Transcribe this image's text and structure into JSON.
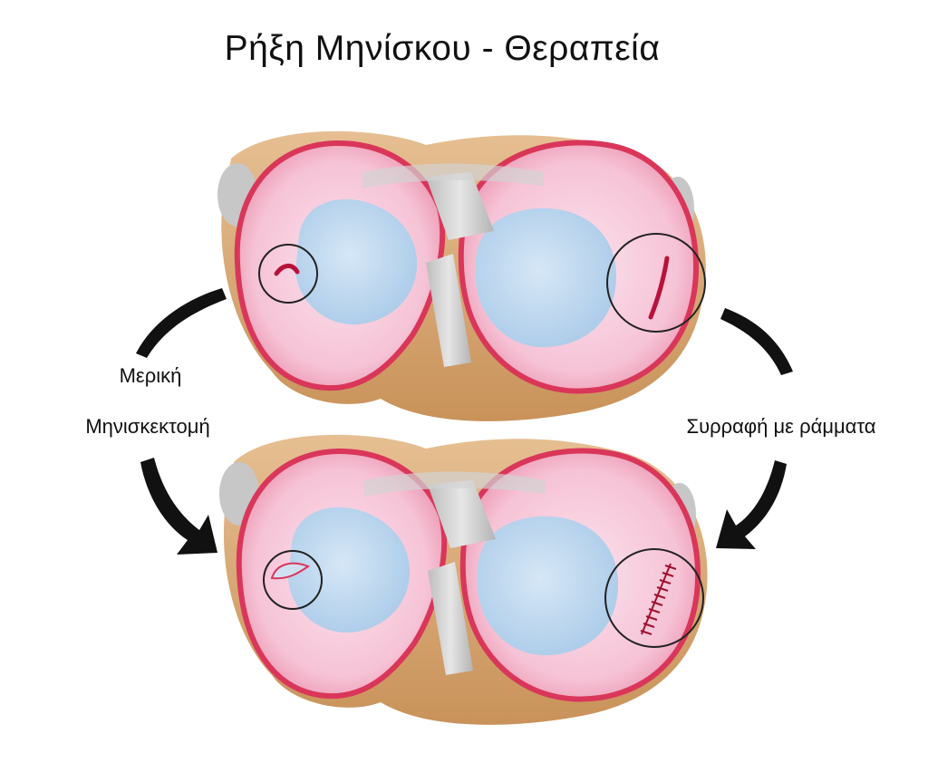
{
  "title": "Ρήξη Μηνίσκου - Θεραπεία",
  "labels": {
    "left_line1": "Μερική",
    "left_line2": "Μηνισκεκτομή",
    "right": "Συρραφή με ράμματα"
  },
  "colors": {
    "meniscus_pink": "#f7c9d9",
    "meniscus_rim": "#d9365a",
    "cartilage_blue": "#b9d6ee",
    "bone_tan": "#d9ad7c",
    "ligament_grey": "#c9c9c9",
    "arrow": "#111111",
    "circle_outline": "#222222"
  }
}
